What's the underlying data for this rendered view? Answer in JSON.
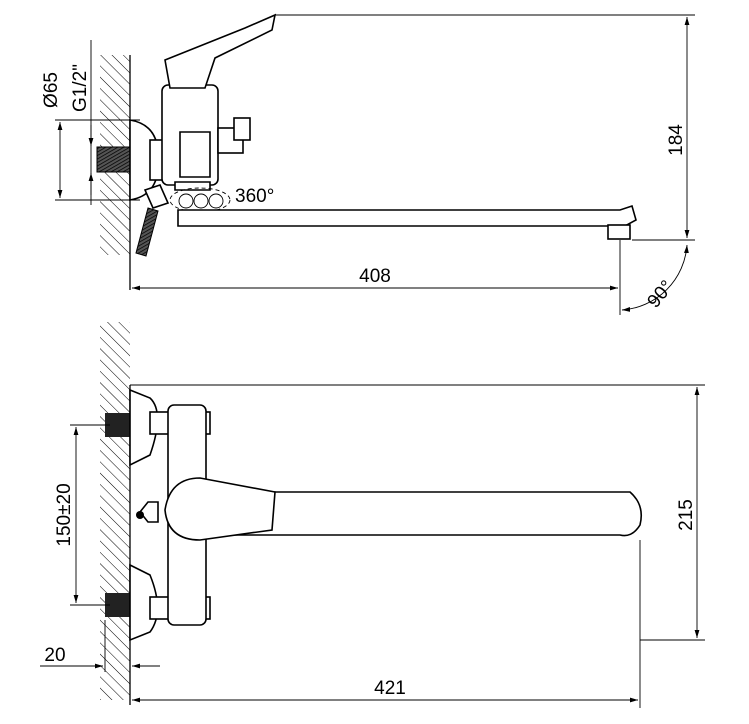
{
  "side_view": {
    "diameter_label": "Ø65",
    "thread_label": "G1/2\"",
    "height_label": "184",
    "rotation_label": "360°",
    "length_label": "408",
    "angle_label": "90°"
  },
  "front_view": {
    "inlet_spacing_label": "150±20",
    "height_label": "215",
    "offset_label": "20",
    "length_label": "421"
  }
}
